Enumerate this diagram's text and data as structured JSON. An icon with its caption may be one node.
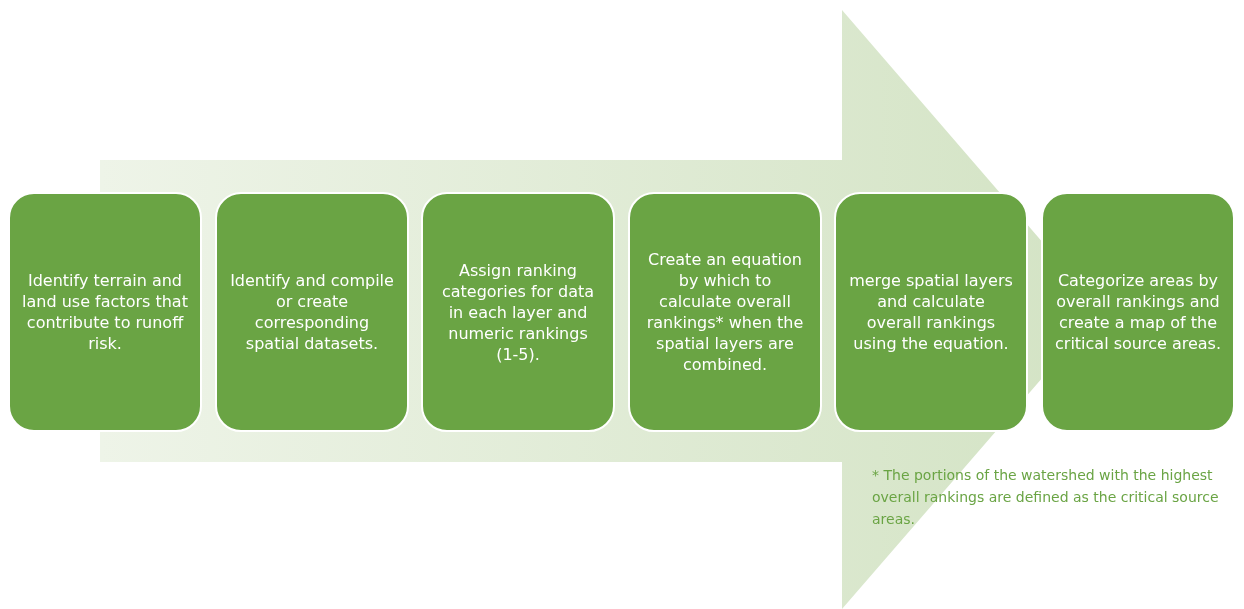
{
  "diagram": {
    "nodes": [
      {
        "text": [
          "Identify terrain and land use factors that contribute to runoff risk."
        ]
      },
      {
        "text": [
          "Identify and compile or create corresponding spatial datasets."
        ]
      },
      {
        "text": [
          "Assign ranking categories for data in each layer and numeric rankings (1-5)."
        ]
      },
      {
        "text": [
          "Create an equation by which to calculate overall rankings* when the spatial layers are combined."
        ]
      },
      {
        "text": [
          "merge spatial layers and calculate overall rankings using the equation."
        ]
      },
      {
        "text": [
          "Categorize areas by overall rankings and create a map of the critical source areas."
        ]
      }
    ],
    "edges": [
      {
        "from": 0,
        "to": 5,
        "arrow": "to"
      }
    ],
    "labels": [
      "* The portions of the watershed with the highest overall rankings are defined as the critical source areas."
    ]
  }
}
